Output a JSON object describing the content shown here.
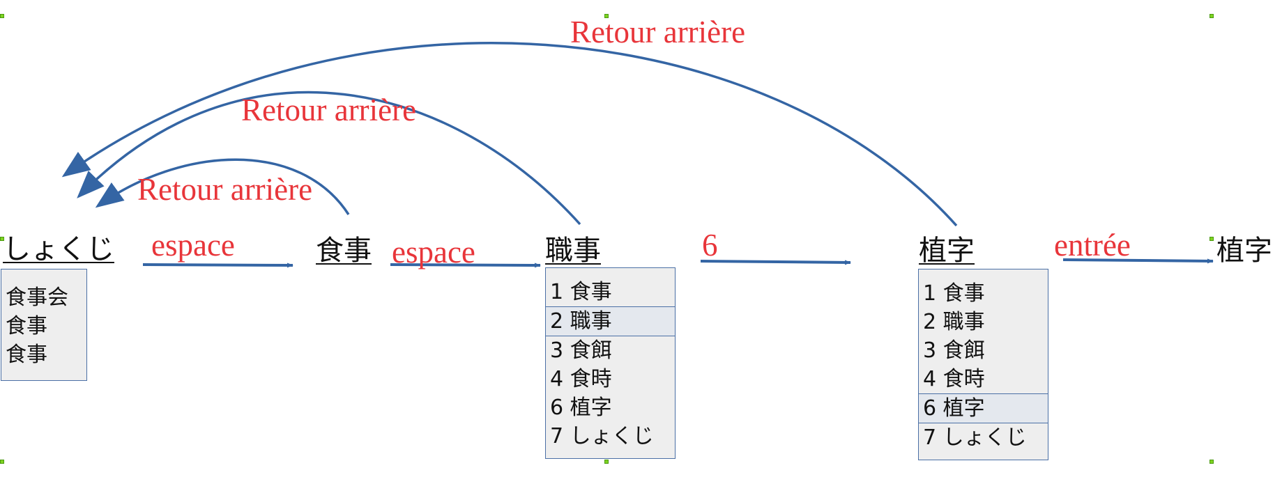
{
  "colors": {
    "arrow": "#3465a4",
    "label": "#e8353a"
  },
  "nodes": {
    "n1": "しょくじ",
    "n2": "食事",
    "n3": "職事",
    "n4": "植字",
    "n5": "植字"
  },
  "edges": {
    "space1": "espace",
    "space2": "espace",
    "six": "6",
    "enter": "entrée",
    "back1": "Retour arrière",
    "back2": "Retour arrière",
    "back3": "Retour arrière"
  },
  "candidates": {
    "first": [
      "食事会",
      "食事",
      "食事"
    ],
    "second": [
      "1 食事",
      "2 職事",
      "3 食餌",
      "4 食時",
      "6 植字",
      "7 しょくじ"
    ],
    "third": [
      "1 食事",
      "2 職事",
      "3 食餌",
      "4 食時",
      "6 植字",
      "7 しょくじ"
    ]
  }
}
